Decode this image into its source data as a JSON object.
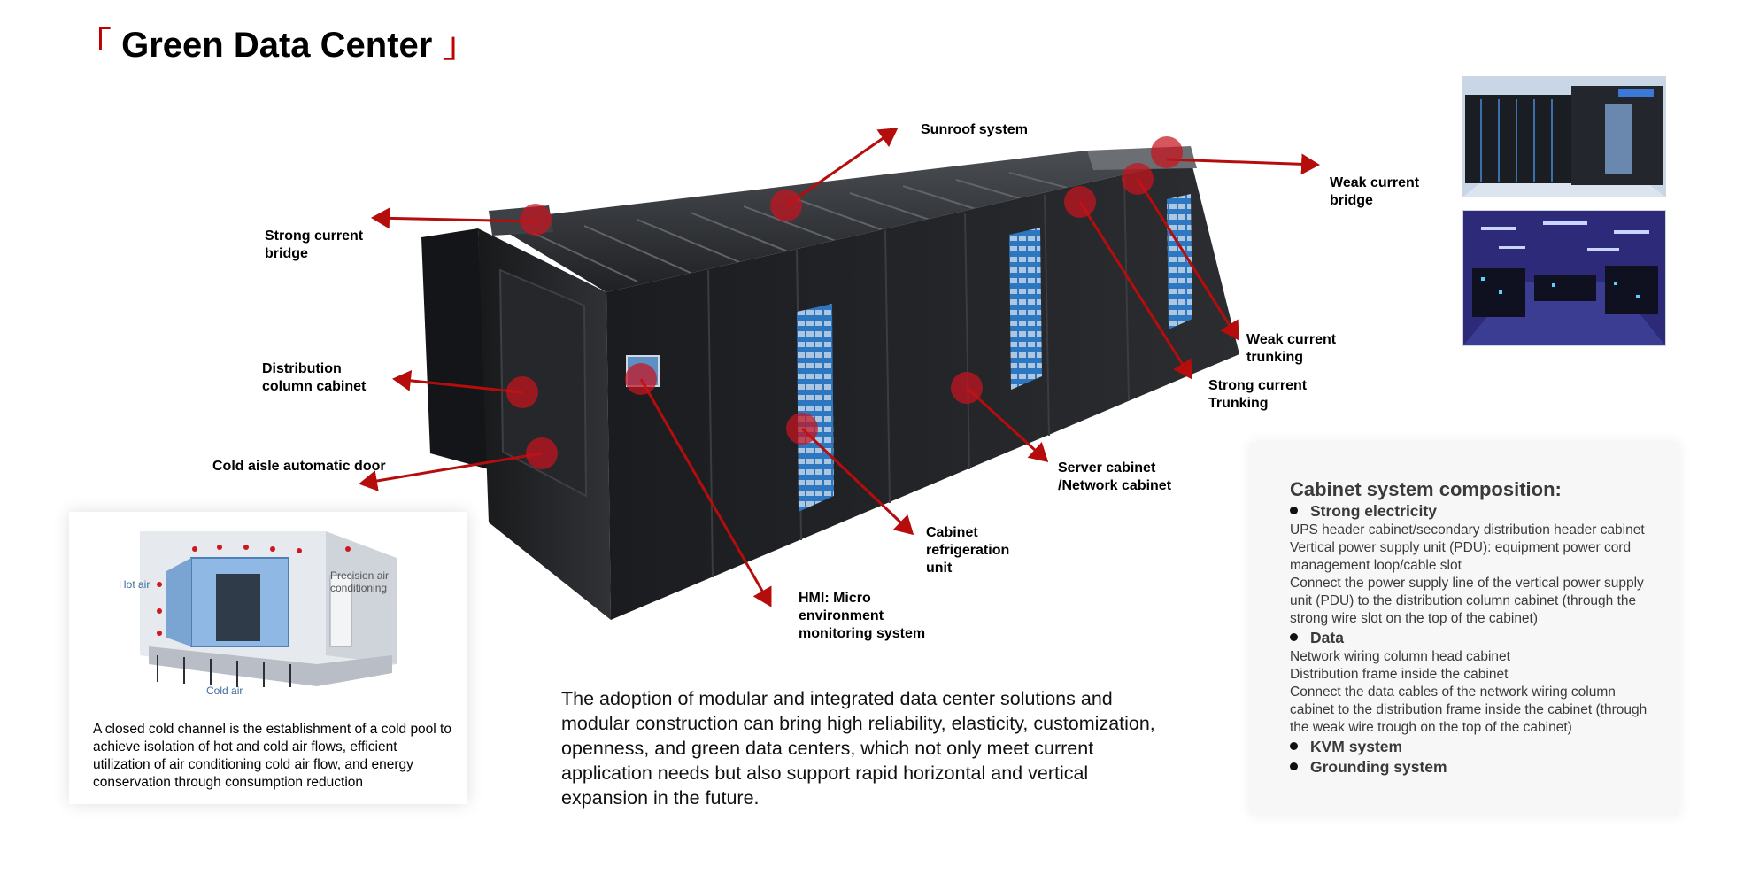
{
  "header": {
    "bracket_open": "「",
    "title": "Green Data Center",
    "bracket_close": "」"
  },
  "callouts": {
    "sunroof": "Sunroof system",
    "weak_bridge": "Weak current\nbridge",
    "strong_bridge": "Strong current\nbridge",
    "weak_trunking": "Weak current\ntrunking",
    "strong_trunking": "Strong current\nTrunking",
    "distribution": "Distribution\ncolumn cabinet",
    "cold_door": "Cold aisle automatic door",
    "server_cabinet": "Server cabinet\n/Network cabinet",
    "refrigeration": "Cabinet\nrefrigeration\nunit",
    "hmi": "HMI: Micro\nenvironment\nmonitoring system"
  },
  "cold_channel": {
    "hot_air": "Hot air",
    "precision": "Precision air\nconditioning",
    "cold_air": "Cold air",
    "description": "A closed cold channel is the establishment of a cold pool to achieve isolation of hot and cold air flows, efficient utilization of air conditioning cold air flow, and energy conservation through consumption reduction"
  },
  "summary": "The adoption of modular and integrated data center solutions and modular construction can bring high reliability, elasticity, customization, openness, and green data centers, which not only meet current application needs but also support rapid horizontal and vertical expansion in the future.",
  "composition": {
    "title": "Cabinet system composition:",
    "strong_title": "Strong electricity",
    "strong_lines": [
      "UPS header cabinet/secondary distribution header cabinet",
      "Vertical power supply unit (PDU): equipment power cord management loop/cable slot",
      "Connect the power supply line of the vertical power supply unit (PDU) to the distribution column cabinet (through the strong wire slot on the top of the cabinet)"
    ],
    "data_title": "Data",
    "data_lines": [
      "Network wiring column head cabinet",
      "Distribution frame inside the cabinet",
      "Connect the data cables of the network wiring column cabinet to the distribution frame inside the cabinet (through the weak wire trough on the top of the cabinet)"
    ],
    "kvm_title": "KVM system",
    "ground_title": "Grounding system"
  },
  "colors": {
    "accent": "#c00000",
    "arrow": "#b50c0c",
    "marker": "#c8141e"
  },
  "icons": {
    "arrows": "arrow-icon",
    "markers": "marker-icon"
  }
}
